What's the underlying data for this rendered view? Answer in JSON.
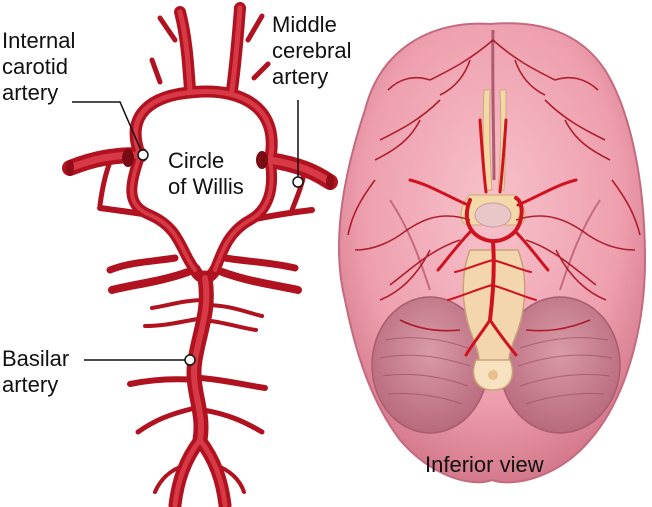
{
  "labels": {
    "internal_carotid": "Internal\ncarotid\nartery",
    "middle_cerebral": "Middle\ncerebral\nartery",
    "circle_of_willis": "Circle\nof Willis",
    "basilar": "Basilar\nartery",
    "inferior_view": "Inferior view"
  },
  "colors": {
    "artery": "#c8182a",
    "artery_highlight": "#e8505a",
    "brain": "#f2a9b4",
    "brain_shadow": "#d97e90",
    "cerebellum": "#c8788a",
    "nerve": "#f5d9a8",
    "pointer": "#111111",
    "marker": "#ffffff"
  }
}
